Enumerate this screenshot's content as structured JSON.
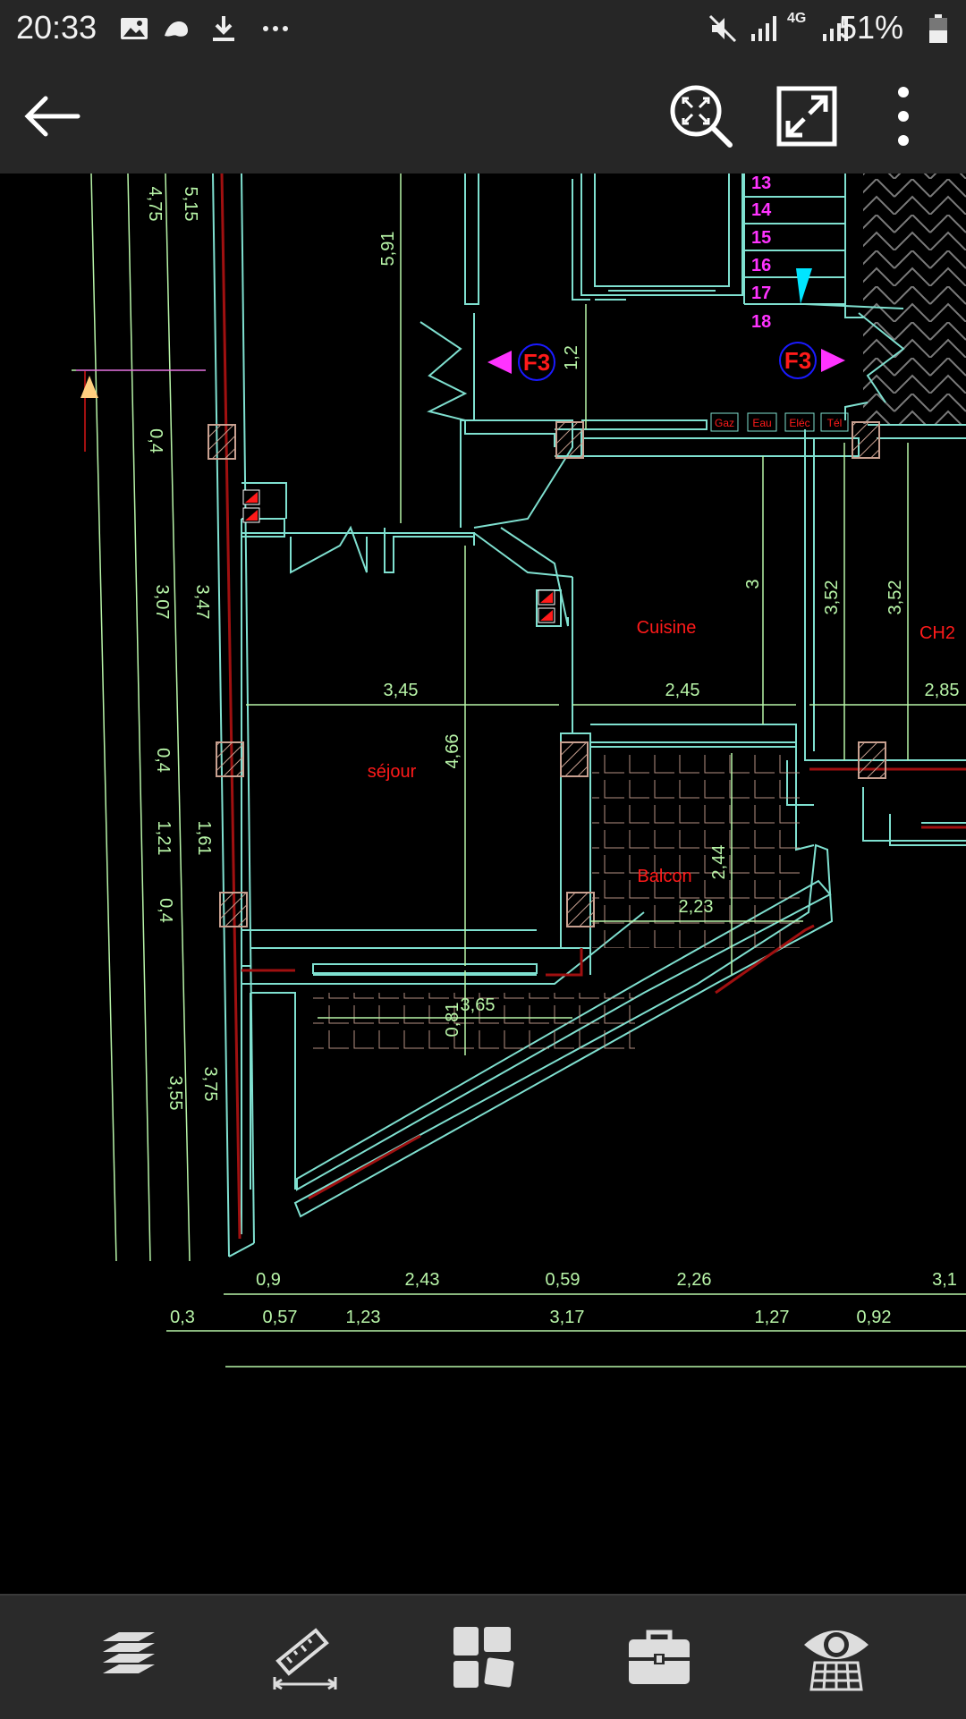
{
  "status_bar": {
    "time": "20:33",
    "network": "4G",
    "battery": "51%",
    "icons": [
      "image-icon",
      "fitness-icon",
      "download-icon",
      "more-notifications-icon",
      "mute-icon",
      "signal-icon",
      "battery-icon"
    ]
  },
  "app_bar": {
    "icons": [
      "back-arrow-icon",
      "zoom-extents-icon",
      "fullscreen-icon",
      "more-vert-icon"
    ]
  },
  "drawing": {
    "colors": {
      "dimension": "#b8f5a8",
      "wall": "#7fe0d0",
      "room_label": "#ff1a1a",
      "stair_number": "#ff33ff",
      "hatch": "#c8a090",
      "dark_red": "#a01010"
    },
    "rooms": [
      {
        "label": "séjour"
      },
      {
        "label": "Cuisine"
      },
      {
        "label": "CH2"
      },
      {
        "label": "Balcon"
      }
    ],
    "stairs": [
      "13",
      "14",
      "15",
      "16",
      "17",
      "18"
    ],
    "markers": [
      "F3",
      "F3"
    ],
    "utilities": [
      "Gaz",
      "Eau",
      "Eléc",
      "Tél"
    ],
    "dims_left": [
      "4,75",
      "5,15",
      "0,4",
      "3,07",
      "3,47",
      "0,4",
      "1,21",
      "1,61",
      "0,4",
      "3,55",
      "3,75"
    ],
    "dims_inner": [
      "5,91",
      "1,2",
      "3",
      "3,52",
      "3,52",
      "3,45",
      "2,45",
      "2,85",
      "4,66",
      "2,44",
      "2,23",
      "3,65",
      "0,81"
    ],
    "dims_bottom_row1": [
      "0,9",
      "2,43",
      "0,59",
      "2,26",
      "3,1"
    ],
    "dims_bottom_row2": [
      "0,3",
      "0,57",
      "1,23",
      "3,17",
      "1,27",
      "0,92"
    ]
  },
  "toolbar": {
    "items": [
      "layers-icon",
      "measure-icon",
      "layouts-icon",
      "toolbox-icon",
      "view-icon"
    ]
  }
}
